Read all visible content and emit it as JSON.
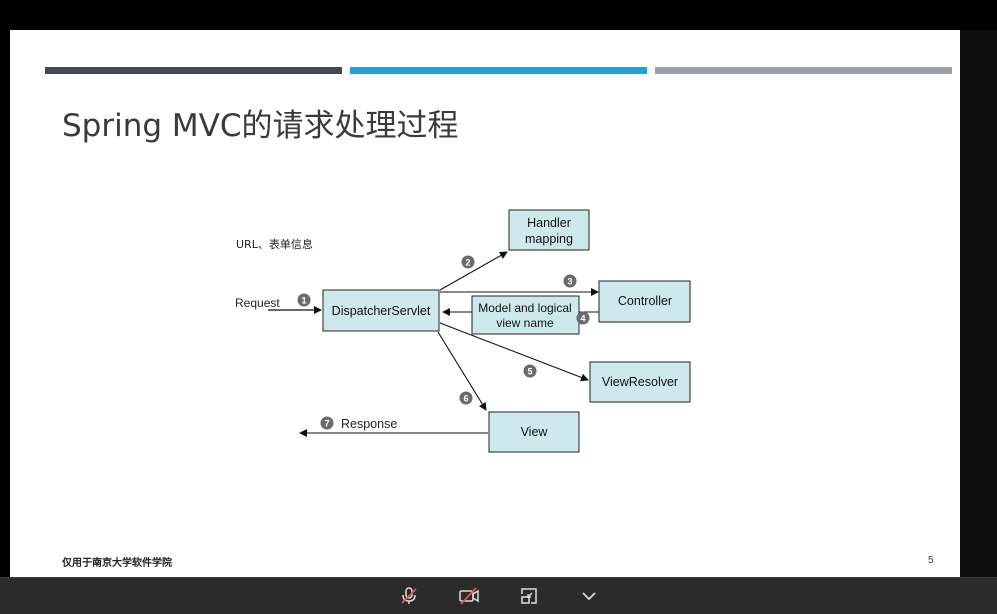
{
  "slide": {
    "title": "Spring MVC的请求处理过程",
    "footer_note": "仅用于南京大学软件学院",
    "page_number": "5"
  },
  "diagram": {
    "top_note": "URL、表单信息",
    "request_label": "Request",
    "response_label": "Response",
    "nodes": {
      "dispatcher": "DispatcherServlet",
      "handler_line1": "Handler",
      "handler_line2": "mapping",
      "controller": "Controller",
      "model_line1": "Model and logical",
      "model_line2": "view name",
      "view_resolver": "ViewResolver",
      "view": "View"
    },
    "steps": [
      "1",
      "2",
      "3",
      "4",
      "5",
      "6",
      "7"
    ],
    "box_fill": "#cde9ec",
    "badge_fill": "#6b6b6b"
  },
  "toolbar": {
    "icons": [
      "microphone-muted-icon",
      "camera-off-icon",
      "exit-fullscreen-icon",
      "chevron-down-icon"
    ]
  }
}
